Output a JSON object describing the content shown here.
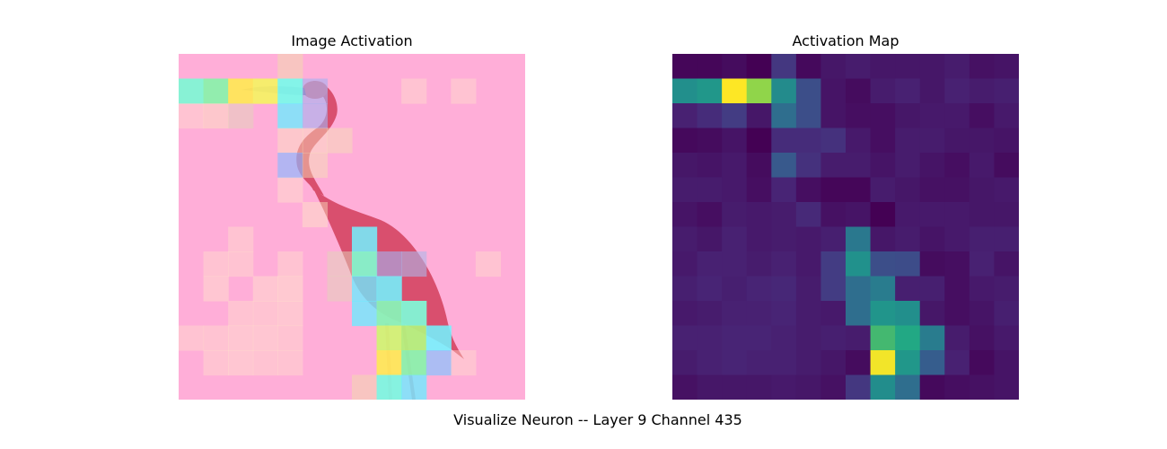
{
  "figure": {
    "suptitle": "Visualize Neuron -- Layer 9  Channel 435"
  },
  "chart_data": [
    {
      "type": "heatmap",
      "title": "Image Activation",
      "background_color": "#ffaed8",
      "subject": "pink flamingo (bird) photograph overlaid with the activation heatmap",
      "overlay_colormap": "jet",
      "grid": [
        14,
        14
      ],
      "values": [
        [
          0.02,
          0.02,
          0.04,
          0.0,
          0.2,
          0.03,
          0.08,
          0.1,
          0.08,
          0.08,
          0.08,
          0.1,
          0.06,
          0.07
        ],
        [
          0.62,
          0.66,
          1.0,
          0.9,
          0.6,
          0.3,
          0.07,
          0.04,
          0.1,
          0.12,
          0.08,
          0.12,
          0.1,
          0.11
        ],
        [
          0.12,
          0.16,
          0.22,
          0.08,
          0.45,
          0.3,
          0.07,
          0.05,
          0.05,
          0.08,
          0.09,
          0.09,
          0.05,
          0.09
        ],
        [
          0.03,
          0.04,
          0.07,
          0.0,
          0.16,
          0.16,
          0.18,
          0.09,
          0.05,
          0.1,
          0.1,
          0.08,
          0.08,
          0.07
        ],
        [
          0.08,
          0.07,
          0.09,
          0.04,
          0.35,
          0.18,
          0.1,
          0.1,
          0.07,
          0.1,
          0.07,
          0.05,
          0.09,
          0.04
        ],
        [
          0.1,
          0.1,
          0.09,
          0.05,
          0.13,
          0.05,
          0.02,
          0.02,
          0.1,
          0.08,
          0.06,
          0.06,
          0.08,
          0.09
        ],
        [
          0.07,
          0.05,
          0.1,
          0.09,
          0.1,
          0.15,
          0.06,
          0.07,
          0.0,
          0.09,
          0.09,
          0.09,
          0.08,
          0.08
        ],
        [
          0.1,
          0.08,
          0.12,
          0.09,
          0.1,
          0.09,
          0.11,
          0.5,
          0.08,
          0.1,
          0.07,
          0.09,
          0.11,
          0.11
        ],
        [
          0.09,
          0.12,
          0.12,
          0.1,
          0.12,
          0.09,
          0.22,
          0.63,
          0.3,
          0.29,
          0.04,
          0.05,
          0.12,
          0.07
        ],
        [
          0.11,
          0.13,
          0.11,
          0.13,
          0.14,
          0.1,
          0.22,
          0.45,
          0.52,
          0.11,
          0.11,
          0.05,
          0.09,
          0.1
        ],
        [
          0.09,
          0.1,
          0.12,
          0.12,
          0.13,
          0.1,
          0.09,
          0.45,
          0.65,
          0.62,
          0.08,
          0.05,
          0.07,
          0.11
        ],
        [
          0.12,
          0.12,
          0.13,
          0.13,
          0.12,
          0.1,
          0.11,
          0.1,
          0.8,
          0.75,
          0.52,
          0.1,
          0.06,
          0.09
        ],
        [
          0.1,
          0.12,
          0.13,
          0.12,
          0.12,
          0.1,
          0.08,
          0.04,
          0.99,
          0.66,
          0.37,
          0.12,
          0.03,
          0.07
        ],
        [
          0.06,
          0.08,
          0.08,
          0.08,
          0.09,
          0.08,
          0.06,
          0.2,
          0.61,
          0.45,
          0.03,
          0.05,
          0.06,
          0.07
        ]
      ]
    },
    {
      "type": "heatmap",
      "title": "Activation Map",
      "colormap": "viridis",
      "grid": [
        14,
        14
      ],
      "values": [
        [
          0.02,
          0.02,
          0.04,
          0.0,
          0.2,
          0.03,
          0.08,
          0.1,
          0.08,
          0.08,
          0.08,
          0.1,
          0.06,
          0.07
        ],
        [
          0.62,
          0.66,
          1.0,
          0.9,
          0.6,
          0.3,
          0.07,
          0.04,
          0.1,
          0.12,
          0.08,
          0.12,
          0.1,
          0.11
        ],
        [
          0.12,
          0.16,
          0.22,
          0.08,
          0.45,
          0.3,
          0.07,
          0.05,
          0.05,
          0.08,
          0.09,
          0.09,
          0.05,
          0.09
        ],
        [
          0.03,
          0.04,
          0.07,
          0.0,
          0.16,
          0.16,
          0.18,
          0.09,
          0.05,
          0.1,
          0.1,
          0.08,
          0.08,
          0.07
        ],
        [
          0.08,
          0.07,
          0.09,
          0.04,
          0.35,
          0.18,
          0.1,
          0.1,
          0.07,
          0.1,
          0.07,
          0.05,
          0.09,
          0.04
        ],
        [
          0.1,
          0.1,
          0.09,
          0.05,
          0.13,
          0.05,
          0.02,
          0.02,
          0.1,
          0.08,
          0.06,
          0.06,
          0.08,
          0.09
        ],
        [
          0.07,
          0.05,
          0.1,
          0.09,
          0.1,
          0.15,
          0.06,
          0.07,
          0.0,
          0.09,
          0.09,
          0.09,
          0.08,
          0.08
        ],
        [
          0.1,
          0.08,
          0.12,
          0.09,
          0.1,
          0.09,
          0.11,
          0.5,
          0.08,
          0.1,
          0.07,
          0.09,
          0.11,
          0.11
        ],
        [
          0.09,
          0.12,
          0.12,
          0.1,
          0.12,
          0.09,
          0.22,
          0.63,
          0.3,
          0.29,
          0.04,
          0.05,
          0.12,
          0.07
        ],
        [
          0.11,
          0.13,
          0.11,
          0.13,
          0.14,
          0.1,
          0.22,
          0.45,
          0.52,
          0.11,
          0.11,
          0.05,
          0.09,
          0.1
        ],
        [
          0.09,
          0.1,
          0.12,
          0.12,
          0.13,
          0.1,
          0.09,
          0.45,
          0.65,
          0.62,
          0.08,
          0.05,
          0.07,
          0.11
        ],
        [
          0.12,
          0.12,
          0.13,
          0.13,
          0.12,
          0.1,
          0.11,
          0.1,
          0.8,
          0.75,
          0.52,
          0.1,
          0.06,
          0.09
        ],
        [
          0.1,
          0.12,
          0.13,
          0.12,
          0.12,
          0.1,
          0.08,
          0.04,
          0.99,
          0.66,
          0.37,
          0.12,
          0.03,
          0.07
        ],
        [
          0.06,
          0.08,
          0.08,
          0.08,
          0.09,
          0.08,
          0.06,
          0.2,
          0.61,
          0.45,
          0.03,
          0.05,
          0.06,
          0.07
        ]
      ]
    }
  ]
}
